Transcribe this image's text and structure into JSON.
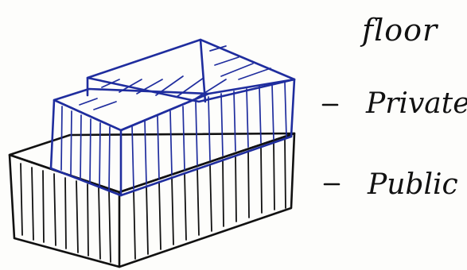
{
  "header": {
    "column_label": "floor"
  },
  "levels": [
    {
      "label": "Private",
      "marker": "-",
      "color": "#1f2d9e"
    },
    {
      "label": "Public",
      "marker": "-",
      "color": "#111111"
    }
  ]
}
